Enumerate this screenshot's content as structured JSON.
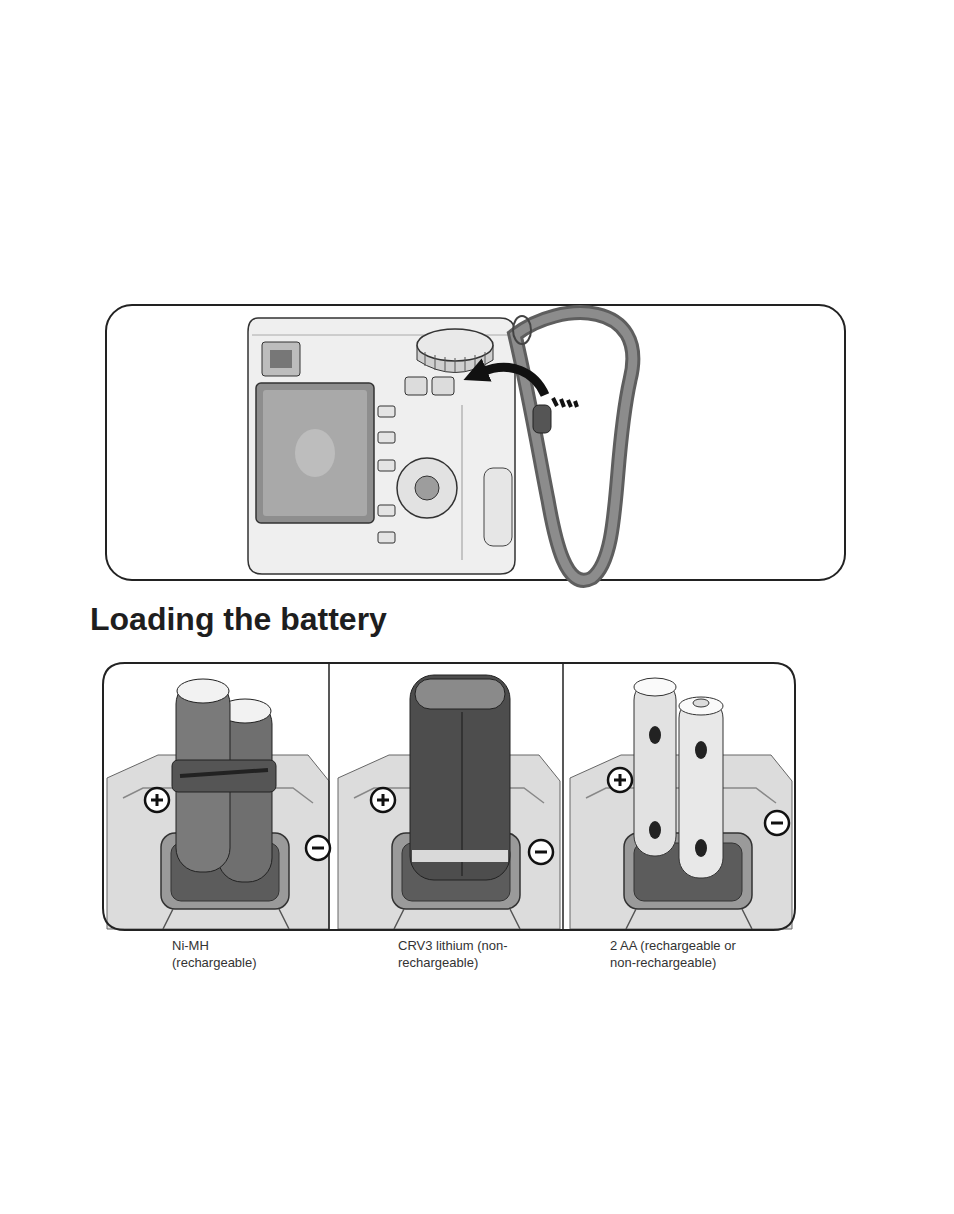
{
  "diagram": {
    "title": "Loading the battery",
    "labels": [
      "Ni-MH (rechargeable)",
      "CRV3 lithium (non-rechargeable)",
      "2 AA (rechargeable or non-rechargeable)"
    ]
  }
}
